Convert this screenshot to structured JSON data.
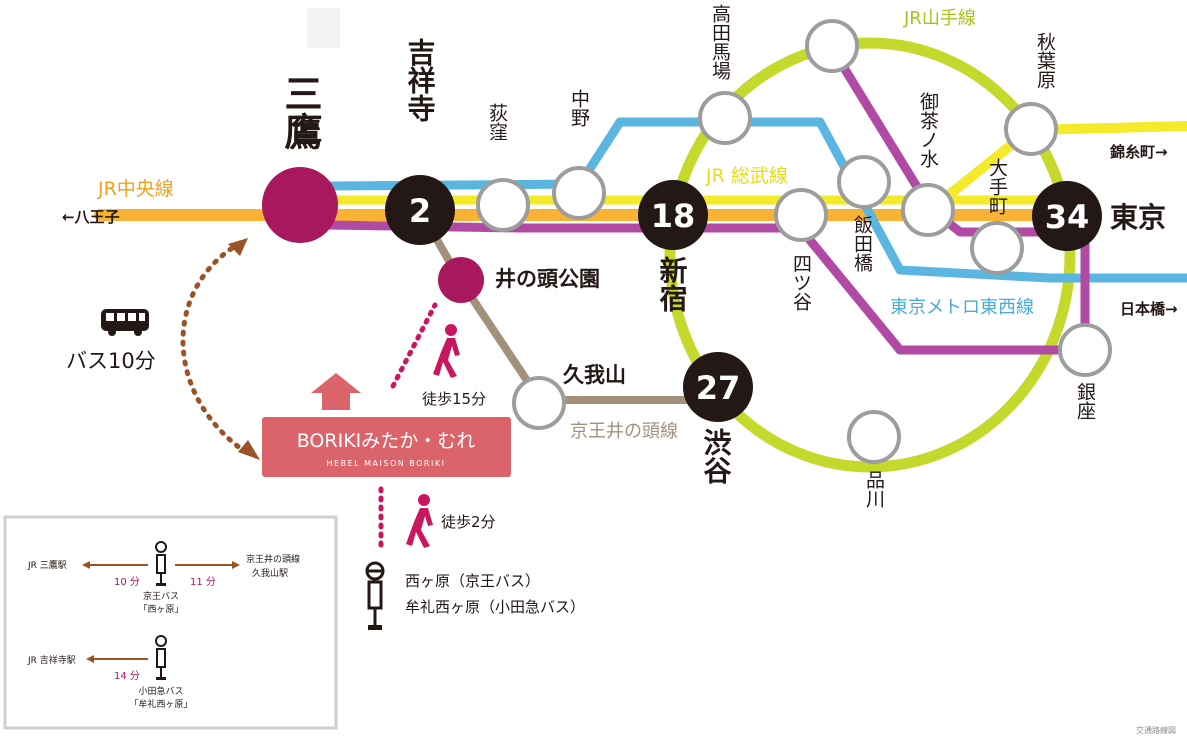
{
  "stations": {
    "mitaka": "三鷹",
    "kichijoji": "吉祥寺",
    "ogikubo": "荻窪",
    "nakano": "中野",
    "takadanobaba": "高田馬場",
    "akihabara": "秋葉原",
    "ochanomizu": "御茶ノ水",
    "otemachi": "大手町",
    "iidabashi": "飯田橋",
    "yotsuya": "四ツ谷",
    "shinjuku": "新宿",
    "shibuya": "渋谷",
    "tokyo": "東京",
    "ginza": "銀座",
    "shinagawa": "品川",
    "inokashira_koen": "井の頭公園",
    "kugayama": "久我山"
  },
  "minutes": {
    "kichijoji": "2",
    "shinjuku": "18",
    "shibuya": "27",
    "tokyo": "34"
  },
  "lines": {
    "chuo": "JR中央線",
    "yamanote": "JR山手線",
    "sobu": "JR 総武線",
    "tozai": "東京メトロ東西線",
    "inokashira": "京王井の頭線"
  },
  "directions": {
    "hachioji": "←八王子",
    "kinshicho": "錦糸町→",
    "nihonbashi": "日本橋→"
  },
  "property": {
    "name": "BORIKIみたか・むれ",
    "sub": "HEBEL MAISON BORIKI"
  },
  "access": {
    "bus": "バス10分",
    "walk15": "徒歩15分",
    "walk2": "徒歩2分",
    "stop1": "西ヶ原（京王バス）",
    "stop2": "牟礼西ヶ原（小田急バス）"
  },
  "inset": {
    "mitaka_stn": "JR 三鷹駅",
    "kugayama_stn1": "京王井の頭線",
    "kugayama_stn2": "久我山駅",
    "min10": "10 分",
    "min11": "11 分",
    "keio_bus1": "京王バス",
    "keio_bus2": "「西ヶ原」",
    "kichijoji_stn": "JR 吉祥寺駅",
    "min14": "14 分",
    "odakyu_bus1": "小田急バス",
    "odakyu_bus2": "「牟礼西ヶ原」"
  },
  "caption": "交通路線図",
  "colors": {
    "chuo": "#F9B233",
    "yamanote": "#C5D82C",
    "sobu": "#F4EA2A",
    "tozai": "#5AB6E0",
    "hanzomon": "#B14AA4",
    "inokashira": "#A3917B",
    "mitaka": "#A8185F",
    "badge": "#231815",
    "property": "#DA6469",
    "route": "#9A5327",
    "walk": "#C8175E"
  }
}
